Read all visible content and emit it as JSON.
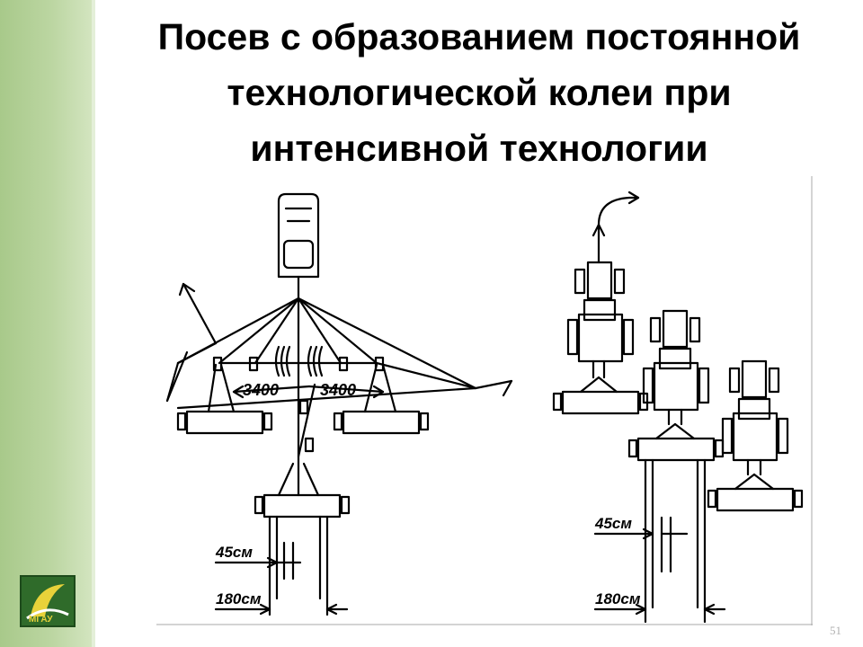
{
  "slide": {
    "title_lines": [
      "Посев с образованием постоянной",
      "технологической колеи при",
      "интенсивной технологии"
    ],
    "slide_number": "51"
  },
  "diagram": {
    "labels": {
      "width_left": "3400",
      "width_right": "3400",
      "gap_left": "45см",
      "track_left": "180см",
      "gap_right": "45см",
      "track_right": "180см"
    }
  },
  "logo": {
    "text": "МГАУ"
  }
}
